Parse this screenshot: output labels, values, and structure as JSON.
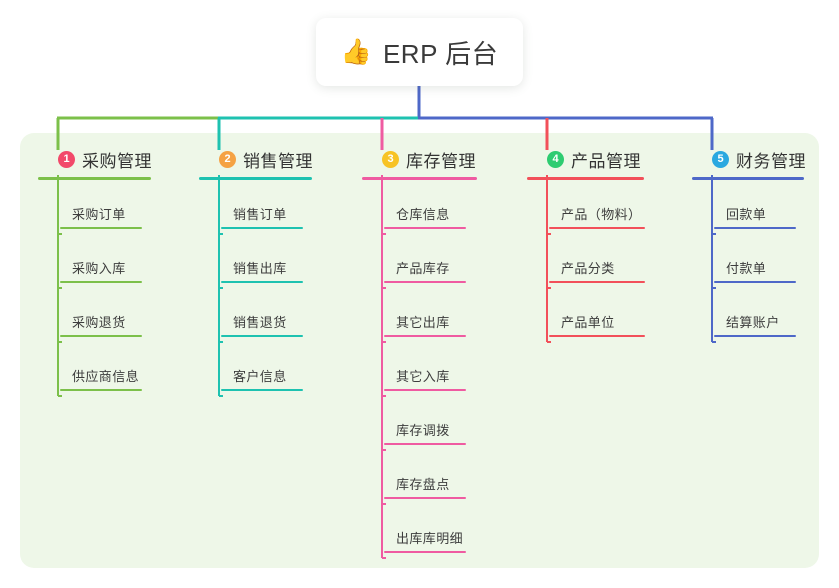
{
  "diagram": {
    "type": "mind-map",
    "root": {
      "icon": "thumbs-up-icon",
      "emoji": "👍",
      "title": "ERP 后台"
    },
    "panel_color": "#eef7e8",
    "branches": [
      {
        "index": "1",
        "title": "采购管理",
        "color": "#7cc04a",
        "badge_color": "#f2496a",
        "children": [
          "采购订单",
          "采购入库",
          "采购退货",
          "供应商信息"
        ]
      },
      {
        "index": "2",
        "title": "销售管理",
        "color": "#1ec2b0",
        "badge_color": "#f5a243",
        "children": [
          "销售订单",
          "销售出库",
          "销售退货",
          "客户信息"
        ]
      },
      {
        "index": "3",
        "title": "库存管理",
        "color": "#ef5ba1",
        "badge_color": "#f7c325",
        "children": [
          "仓库信息",
          "产品库存",
          "其它出库",
          "其它入库",
          "库存调拨",
          "库存盘点",
          "出库库明细"
        ]
      },
      {
        "index": "4",
        "title": "产品管理",
        "color": "#f2505a",
        "badge_color": "#2ecc71",
        "children": [
          "产品（物料）",
          "产品分类",
          "产品单位"
        ]
      },
      {
        "index": "5",
        "title": "财务管理",
        "color": "#4e68c8",
        "badge_color": "#2aa8e0",
        "children": [
          "回款单",
          "付款单",
          "结算账户"
        ]
      }
    ]
  }
}
